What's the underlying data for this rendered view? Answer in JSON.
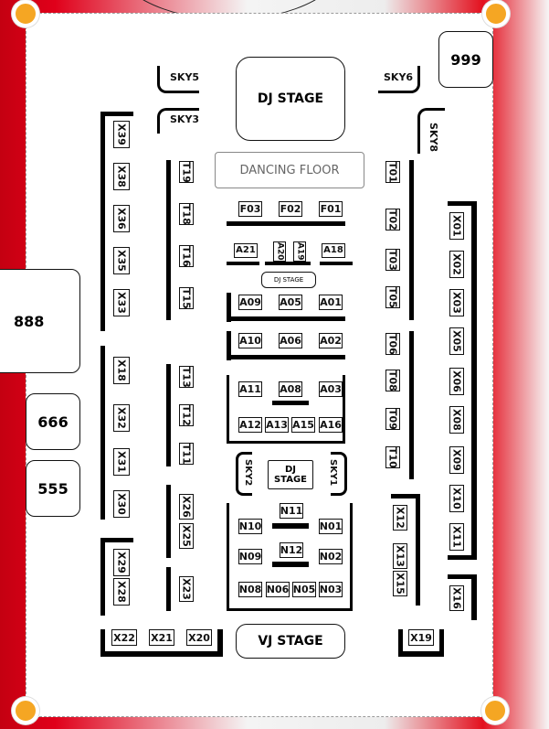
{
  "stages": {
    "dj_stage": "DJ STAGE",
    "dancing_floor": "DANCING FLOOR",
    "dj_stage_small": "DJ STAGE",
    "dj_stage_center": "DJ\nSTAGE",
    "vj_stage": "VJ STAGE"
  },
  "big_tables": {
    "t999": "999",
    "t888": "888",
    "t666": "666",
    "t555": "555"
  },
  "sky": {
    "sky5": "SKY5",
    "sky6": "SKY6",
    "sky3": "SKY3",
    "sky8": "SKY8",
    "sky2": "SKY2",
    "sky1": "SKY1"
  },
  "x_left": [
    "X39",
    "X38",
    "X36",
    "X35",
    "X33",
    "X18",
    "X32",
    "X31",
    "X30",
    "X29",
    "X28"
  ],
  "x_bottom": [
    "X22",
    "X21",
    "X20"
  ],
  "t_left": [
    "T19",
    "T18",
    "T16",
    "T15",
    "T13",
    "T12",
    "T11",
    "X26",
    "X25",
    "X23"
  ],
  "f_row": [
    "F03",
    "F02",
    "F01"
  ],
  "a_row1": [
    "A21",
    "A20",
    "A19",
    "A18"
  ],
  "a_row2": [
    "A09",
    "A05",
    "A01"
  ],
  "a_row3": [
    "A10",
    "A06",
    "A02"
  ],
  "a_row4": [
    "A11",
    "A08",
    "A03"
  ],
  "a_row5": [
    "A12",
    "A13",
    "A15",
    "A16"
  ],
  "n_tables": [
    "N11",
    "N10",
    "N01",
    "N12",
    "N09",
    "N02",
    "N08",
    "N06",
    "N05",
    "N03"
  ],
  "t_right": [
    "T01",
    "T02",
    "T03",
    "T05",
    "T06",
    "T08",
    "T09",
    "T10"
  ],
  "x_right_mid": [
    "X12",
    "X13",
    "X15"
  ],
  "x_right": [
    "X01",
    "X02",
    "X03",
    "X05",
    "X06",
    "X08",
    "X09",
    "X10",
    "X11",
    "X16"
  ],
  "x19": "X19"
}
